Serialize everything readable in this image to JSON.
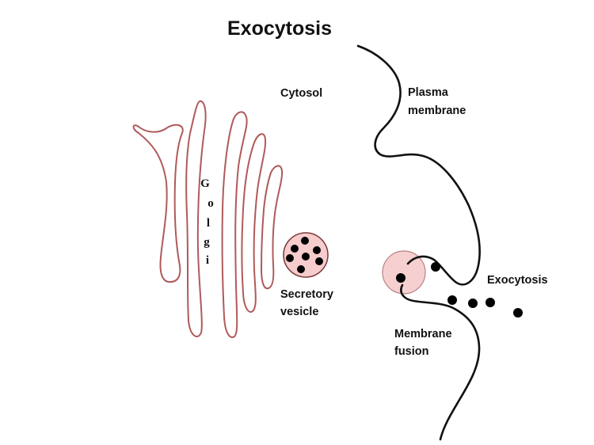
{
  "title": "Exocytosis",
  "labels": {
    "cytosol": "Cytosol",
    "plasma_line1": "Plasma",
    "plasma_line2": "membrane",
    "golgi_letters": [
      "G",
      "o",
      "l",
      "g",
      "i"
    ],
    "secretory_line1": "Secretory",
    "secretory_line2": "vesicle",
    "exocytosis": "Exocytosis",
    "fusion_line1": "Membrane",
    "fusion_line2": "fusion"
  },
  "colors": {
    "golgi_stroke": "#b05a5a",
    "vesicle_fill": "#f6cccc",
    "vesicle_stroke": "#7a3a3a",
    "membrane_stroke": "#111111",
    "cargo_dot": "#000000"
  }
}
